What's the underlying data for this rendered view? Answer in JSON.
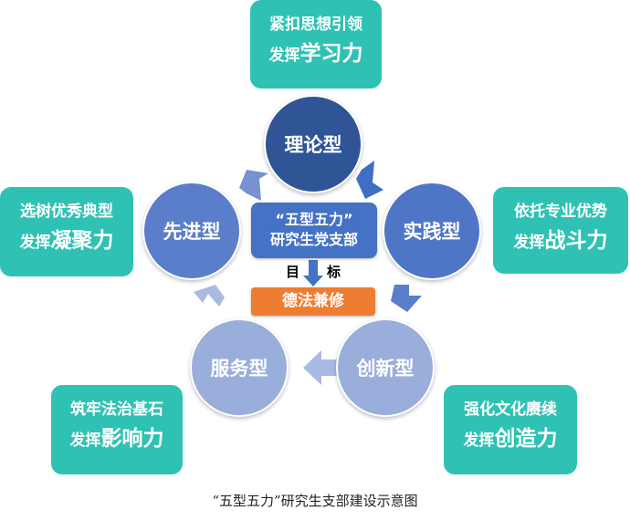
{
  "center": {
    "quote": "“五型五力”",
    "name": "研究生党支部",
    "goal_left": "目",
    "goal_right": "标",
    "target": "德法兼修"
  },
  "types": [
    {
      "label": "理论型",
      "color": "#2f5597"
    },
    {
      "label": "实践型",
      "color": "#4f76c6"
    },
    {
      "label": "创新型",
      "color": "#9aaedb"
    },
    {
      "label": "服务型",
      "color": "#9aaedb"
    },
    {
      "label": "先进型",
      "color": "#5a7ec9"
    }
  ],
  "boxes": [
    {
      "line1": "紧扣思想引领",
      "prefix": "发挥",
      "power": "学习力"
    },
    {
      "line1": "依托专业优势",
      "prefix": "发挥",
      "power": "战斗力"
    },
    {
      "line1": "强化文化赓续",
      "prefix": "发挥",
      "power": "创造力"
    },
    {
      "line1": "筑牢法治基石",
      "prefix": "发挥",
      "power": "影响力"
    },
    {
      "line1": "选树优秀典型",
      "prefix": "发挥",
      "power": "凝聚力"
    }
  ],
  "caption": "“五型五力”研究生支部建设示意图"
}
